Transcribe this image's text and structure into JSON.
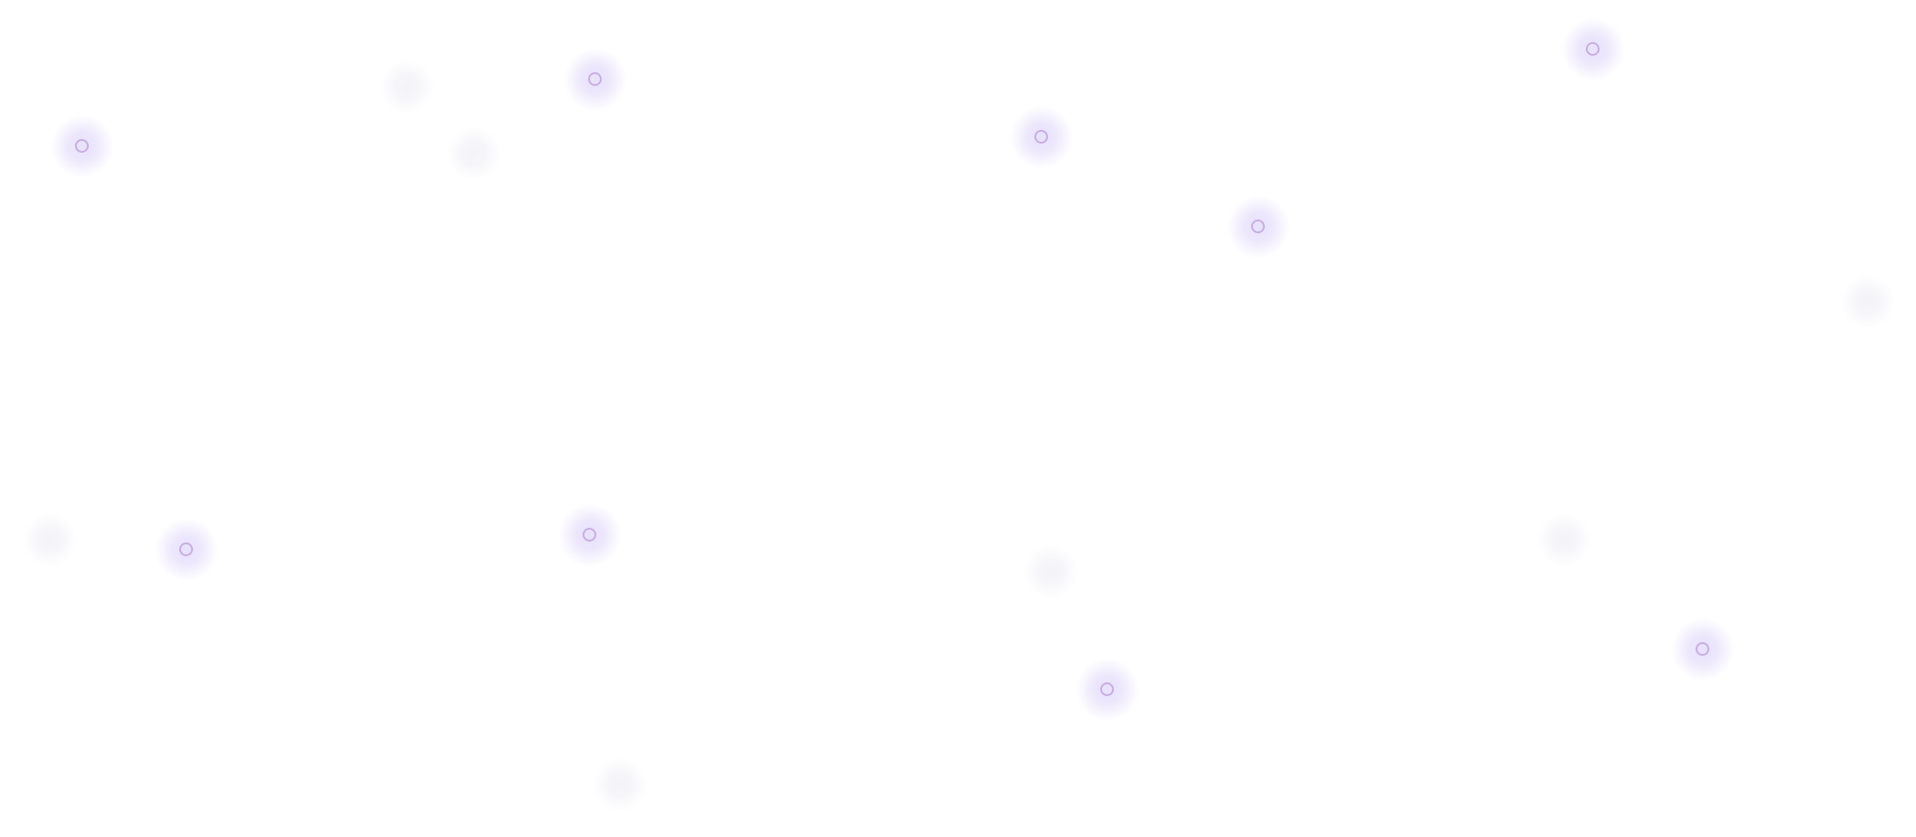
{
  "colors": {
    "background": "#ffffff",
    "dot_ring": "#c9aee2",
    "dot_halo": "#e7e1fb",
    "faint_halo": "#f4f4f8"
  },
  "particles": [
    {
      "kind": "strong"
    },
    {
      "kind": "strong"
    },
    {
      "kind": "strong"
    },
    {
      "kind": "strong"
    },
    {
      "kind": "strong"
    },
    {
      "kind": "strong"
    },
    {
      "kind": "strong"
    },
    {
      "kind": "strong"
    },
    {
      "kind": "strong"
    },
    {
      "kind": "faint"
    },
    {
      "kind": "faint"
    },
    {
      "kind": "faint"
    },
    {
      "kind": "faint"
    },
    {
      "kind": "faint"
    },
    {
      "kind": "faint"
    },
    {
      "kind": "faint"
    }
  ]
}
